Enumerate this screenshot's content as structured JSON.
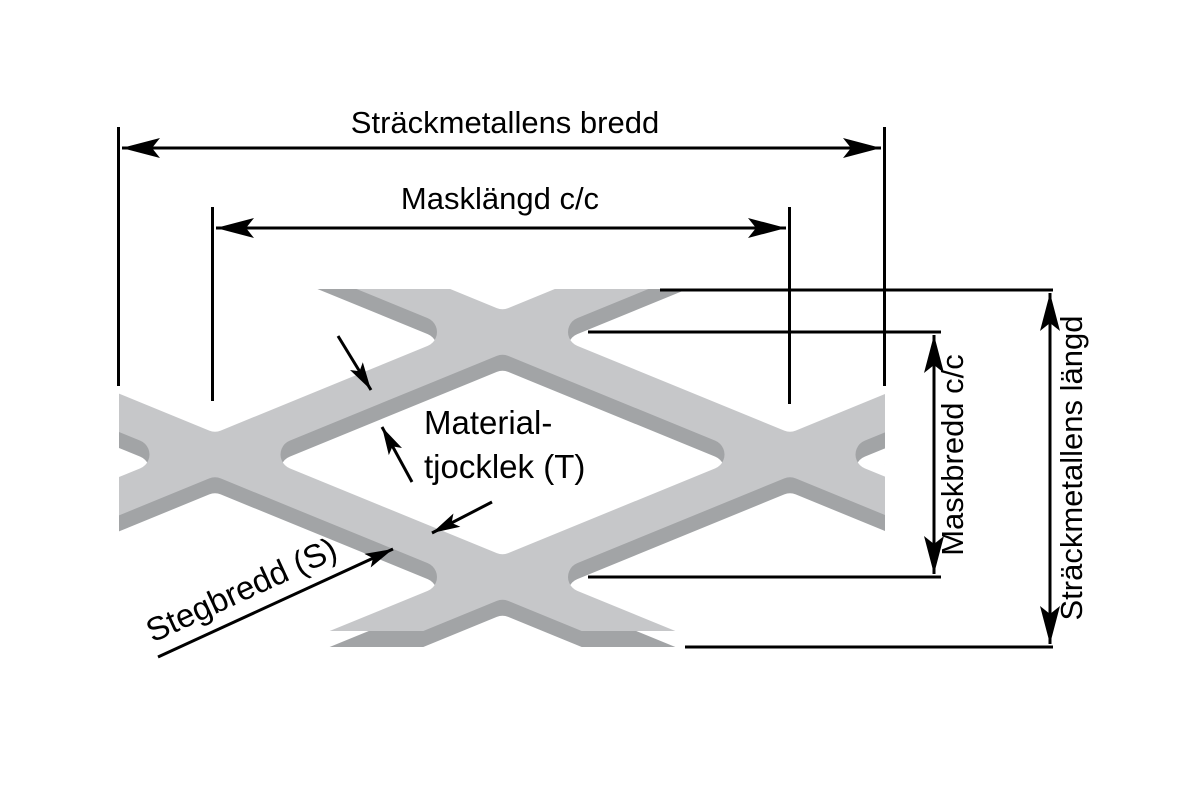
{
  "diagram": {
    "subject": "Strackmetall (expanded metal) dimension terminology diagram",
    "labels": {
      "sheet_width": "Sträckmetallens bredd",
      "mesh_length": "Masklängd c/c",
      "material_thickness_line1": "Material-",
      "material_thickness_line2": "tjocklek (T)",
      "strand_width": "Stegbredd (S)",
      "mesh_width": "Maskbredd c/c",
      "sheet_length": "Sträckmetallens längd"
    },
    "colors": {
      "background": "#ffffff",
      "line": "#000000",
      "mesh_top_surface": "#c6c7c9",
      "mesh_side_surface": "#a2a4a6"
    }
  }
}
